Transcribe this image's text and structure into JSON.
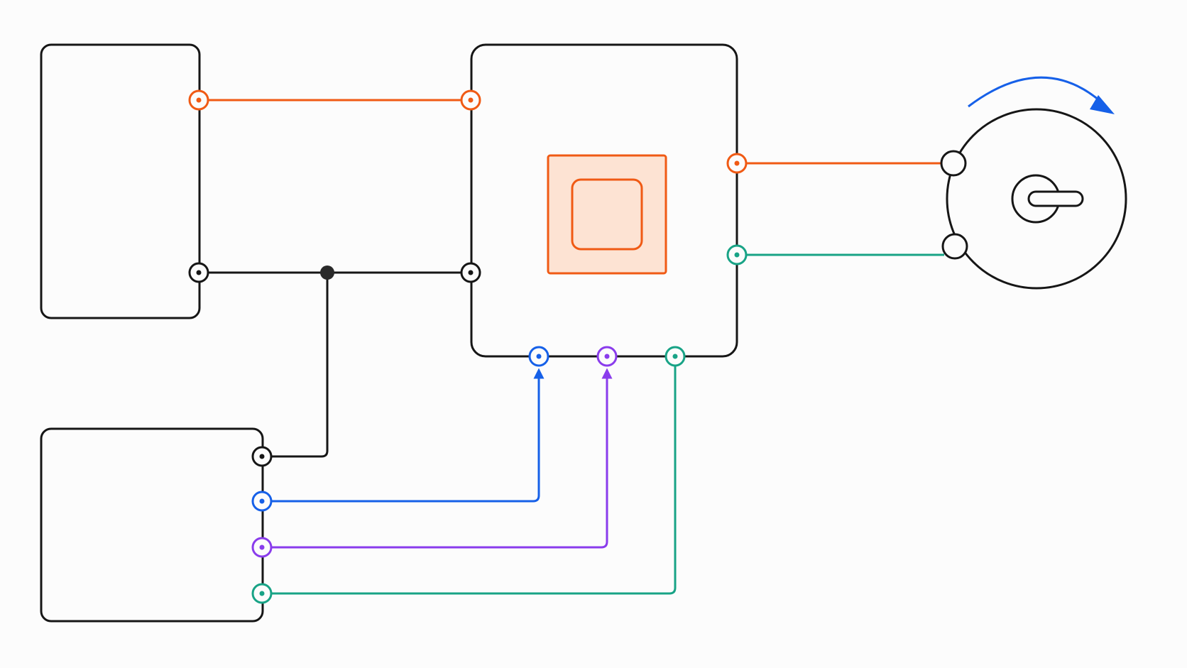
{
  "colors": {
    "background": "#fcfcfc",
    "outline": "#161616",
    "orange": "#f05a14",
    "orange_fill": "#fde3d3",
    "blue": "#1660e8",
    "purple": "#8a3cec",
    "green": "#18a386",
    "dark_node": "#2a2a2a"
  },
  "components": [
    {
      "id": "block-top-left",
      "kind": "box",
      "text": ""
    },
    {
      "id": "block-bottom-left",
      "kind": "box",
      "text": ""
    },
    {
      "id": "controller-block",
      "kind": "box",
      "text": ""
    },
    {
      "id": "motor",
      "kind": "circle",
      "text": ""
    }
  ],
  "connections": [
    {
      "from": "block-top-left",
      "to": "controller-block",
      "color": "orange"
    },
    {
      "from": "block-top-left",
      "to": "controller-block",
      "color": "black",
      "junction": true
    },
    {
      "from": "junction",
      "to": "block-bottom-left",
      "color": "black"
    },
    {
      "from": "block-bottom-left",
      "to": "controller-block",
      "color": "blue",
      "arrow": true
    },
    {
      "from": "block-bottom-left",
      "to": "controller-block",
      "color": "purple",
      "arrow": true
    },
    {
      "from": "block-bottom-left",
      "to": "controller-block",
      "color": "green"
    },
    {
      "from": "controller-block",
      "to": "motor",
      "color": "orange"
    },
    {
      "from": "controller-block",
      "to": "motor",
      "color": "green"
    }
  ],
  "motor_rotation": "clockwise"
}
